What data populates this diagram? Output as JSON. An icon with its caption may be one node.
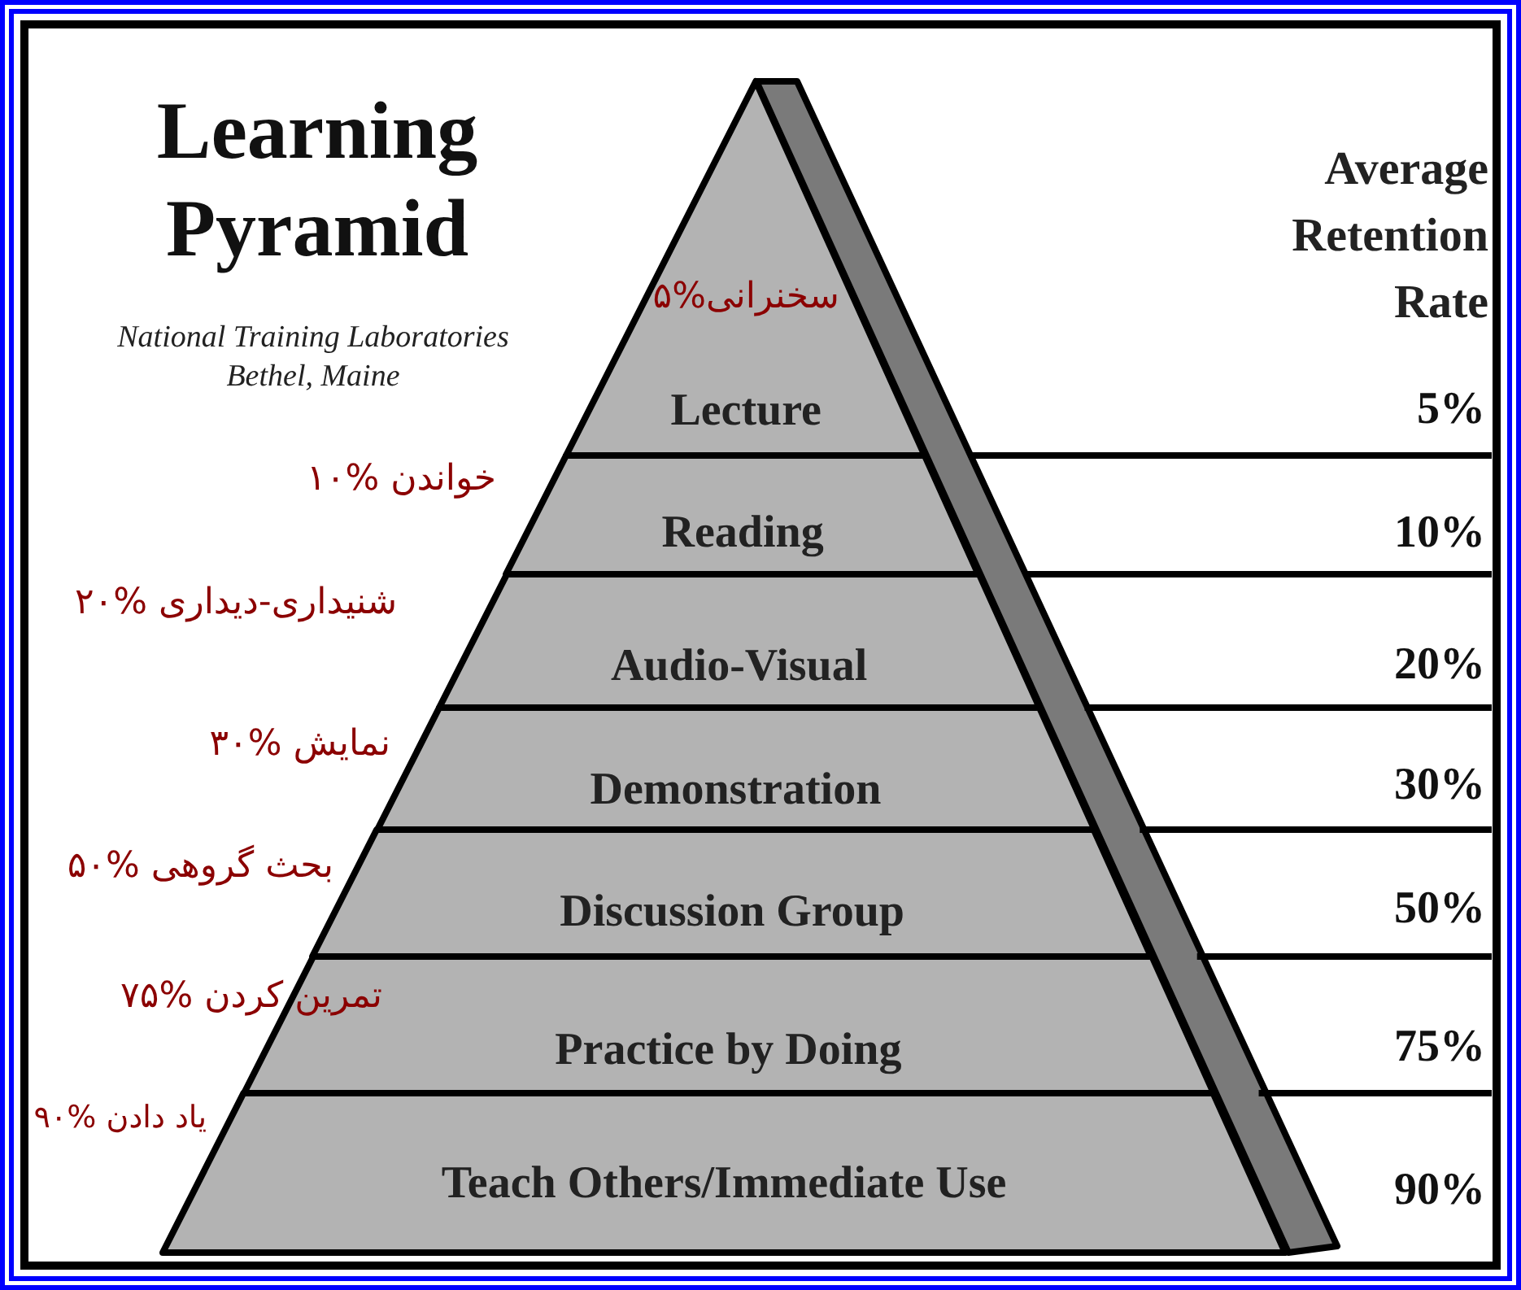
{
  "diagram": {
    "title": "Learning Pyramid",
    "nodes": [
      {
        "text": [
          "سخنرانی%۵",
          "Lecture"
        ]
      },
      {
        "text": [
          "Reading"
        ],
        "beside": [
          "خواندن %۱۰"
        ]
      },
      {
        "text": [
          "Audio-Visual"
        ],
        "beside": [
          "شنیداری-دیداری %۲۰"
        ]
      },
      {
        "text": [
          "Demonstration"
        ],
        "beside": [
          "نمایش %۳۰"
        ]
      },
      {
        "text": [
          "Discussion Group"
        ],
        "beside": [
          "بحث گروهی %۵۰"
        ]
      },
      {
        "text": [
          "Practice by Doing"
        ],
        "beside": [
          "تمرین کردن %۷۵"
        ]
      },
      {
        "text": [
          "Teach Others/Immediate Use"
        ],
        "beside": [
          "یاد دادن %۹۰"
        ]
      }
    ],
    "labels": [
      "National Training Laboratories Bethel, Maine",
      "Average Retention Rate",
      "5%",
      "10%",
      "20%",
      "30%",
      "50%",
      "75%",
      "90%"
    ]
  }
}
